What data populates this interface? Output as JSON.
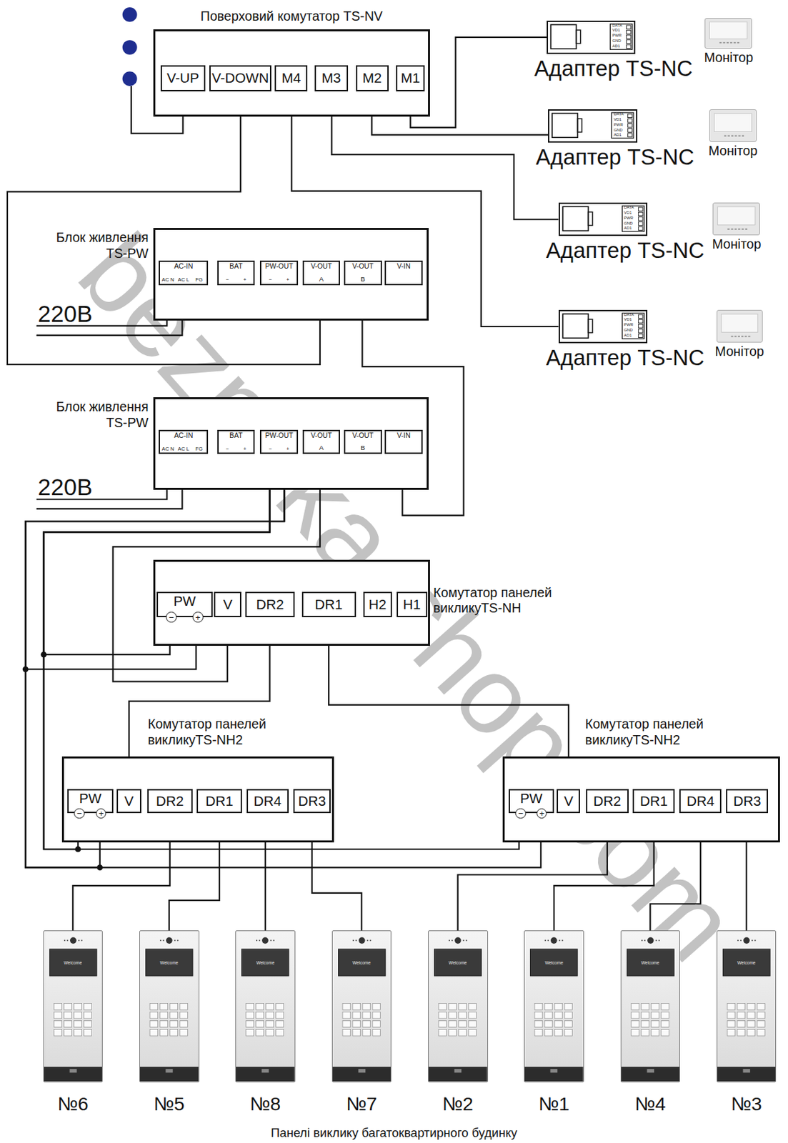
{
  "diagram": {
    "caption": "Панелі виклику багатоквартирного будинку",
    "nodes": [
      {
        "text": [
          "Поверховий комутатор TS-NV"
        ]
      },
      {
        "text": [
          "V-UP"
        ],
        "in": 0
      },
      {
        "text": [
          "V-DOWN"
        ],
        "in": 0
      },
      {
        "text": [
          "M4"
        ],
        "in": 0
      },
      {
        "text": [
          "M3"
        ],
        "in": 0
      },
      {
        "text": [
          "M2"
        ],
        "in": 0
      },
      {
        "text": [
          "M1"
        ],
        "in": 0
      },
      {
        "text": [
          "Адаптер TS-NC",
          "DATA",
          "VD1",
          "PWR",
          "GND",
          "AD1"
        ]
      },
      {
        "text": [
          "Монітор"
        ]
      },
      {
        "text": [
          "Адаптер TS-NC",
          "DATA",
          "VD1",
          "PWR",
          "GND",
          "AD1"
        ]
      },
      {
        "text": [
          "Монітор"
        ]
      },
      {
        "text": [
          "Адаптер TS-NC",
          "DATA",
          "VD1",
          "PWR",
          "GND",
          "AD1"
        ]
      },
      {
        "text": [
          "Монітор"
        ]
      },
      {
        "text": [
          "Адаптер TS-NC",
          "DATA",
          "VD1",
          "PWR",
          "GND",
          "AD1"
        ]
      },
      {
        "text": [
          "Монітор"
        ]
      },
      {
        "text": [
          "Блок живлення TS-PW"
        ]
      },
      {
        "text": [
          "AC-IN",
          "AC N",
          "AC L",
          "FG"
        ],
        "in": 15
      },
      {
        "text": [
          "BAT",
          "−",
          "+"
        ],
        "in": 15
      },
      {
        "text": [
          "PW-OUT",
          "−",
          "+"
        ],
        "in": 15
      },
      {
        "text": [
          "V-OUT",
          "A"
        ],
        "in": 15
      },
      {
        "text": [
          "V-OUT",
          "B"
        ],
        "in": 15
      },
      {
        "text": [
          "V-IN"
        ],
        "in": 15
      },
      {
        "text": [
          "Блок живлення TS-PW"
        ]
      },
      {
        "text": [
          "AC-IN",
          "AC N",
          "AC L",
          "FG"
        ],
        "in": 22
      },
      {
        "text": [
          "BAT",
          "−",
          "+"
        ],
        "in": 22
      },
      {
        "text": [
          "PW-OUT",
          "−",
          "+"
        ],
        "in": 22
      },
      {
        "text": [
          "V-OUT",
          "A"
        ],
        "in": 22
      },
      {
        "text": [
          "V-OUT",
          "B"
        ],
        "in": 22
      },
      {
        "text": [
          "V-IN"
        ],
        "in": 22
      },
      {
        "text": [
          "Комутатор панелей викликуTS-NH"
        ]
      },
      {
        "text": [
          "PW",
          "−",
          "+"
        ],
        "in": 29
      },
      {
        "text": [
          "V"
        ],
        "in": 29
      },
      {
        "text": [
          "DR2"
        ],
        "in": 29
      },
      {
        "text": [
          "DR1"
        ],
        "in": 29
      },
      {
        "text": [
          "H2"
        ],
        "in": 29
      },
      {
        "text": [
          "H1"
        ],
        "in": 29
      },
      {
        "text": [
          "Комутатор панелей викликуTS-NH2"
        ]
      },
      {
        "text": [
          "PW",
          "−",
          "+"
        ],
        "in": 36
      },
      {
        "text": [
          "V"
        ],
        "in": 36
      },
      {
        "text": [
          "DR2"
        ],
        "in": 36
      },
      {
        "text": [
          "DR1"
        ],
        "in": 36
      },
      {
        "text": [
          "DR4"
        ],
        "in": 36
      },
      {
        "text": [
          "DR3"
        ],
        "in": 36
      },
      {
        "text": [
          "Комутатор панелей викликуTS-NH2"
        ]
      },
      {
        "text": [
          "PW",
          "−",
          "+"
        ],
        "in": 43
      },
      {
        "text": [
          "V"
        ],
        "in": 43
      },
      {
        "text": [
          "DR2"
        ],
        "in": 43
      },
      {
        "text": [
          "DR1"
        ],
        "in": 43
      },
      {
        "text": [
          "DR4"
        ],
        "in": 43
      },
      {
        "text": [
          "DR3"
        ],
        "in": 43
      },
      {
        "text": [
          "№6",
          "Welcome"
        ]
      },
      {
        "text": [
          "№5",
          "Welcome"
        ]
      },
      {
        "text": [
          "№8",
          "Welcome"
        ]
      },
      {
        "text": [
          "№7",
          "Welcome"
        ]
      },
      {
        "text": [
          "№2",
          "Welcome"
        ]
      },
      {
        "text": [
          "№1",
          "Welcome"
        ]
      },
      {
        "text": [
          "№4",
          "Welcome"
        ]
      },
      {
        "text": [
          "№3",
          "Welcome"
        ]
      }
    ],
    "edges": [
      {
        "from": 6,
        "to": 7,
        "arrow": "none"
      },
      {
        "from": 5,
        "to": 9,
        "arrow": "none"
      },
      {
        "from": 4,
        "to": 11,
        "arrow": "none"
      },
      {
        "from": 3,
        "to": 13,
        "arrow": "none"
      },
      {
        "from": 2,
        "to": 19,
        "arrow": "none"
      },
      {
        "from": 20,
        "to": 28,
        "arrow": "none"
      },
      {
        "from": 25,
        "to": 30,
        "arrow": "none"
      },
      {
        "from": 25,
        "to": 37,
        "arrow": "none"
      },
      {
        "from": 25,
        "to": 44,
        "arrow": "none"
      },
      {
        "from": 26,
        "to": 31,
        "arrow": "none"
      },
      {
        "from": 32,
        "to": 38,
        "arrow": "none"
      },
      {
        "from": 33,
        "to": 45,
        "arrow": "none"
      },
      {
        "from": 39,
        "to": 50,
        "arrow": "none"
      },
      {
        "from": 40,
        "to": 51,
        "arrow": "none"
      },
      {
        "from": 41,
        "to": 52,
        "arrow": "none"
      },
      {
        "from": 42,
        "to": 53,
        "arrow": "none"
      },
      {
        "from": 46,
        "to": 54,
        "arrow": "none"
      },
      {
        "from": 47,
        "to": 55,
        "arrow": "none"
      },
      {
        "from": 48,
        "to": 56,
        "arrow": "none"
      },
      {
        "from": 49,
        "to": 57,
        "arrow": "none"
      }
    ],
    "labels": [
      "220В",
      "220В",
      "bezpeka-shop.com"
    ]
  }
}
